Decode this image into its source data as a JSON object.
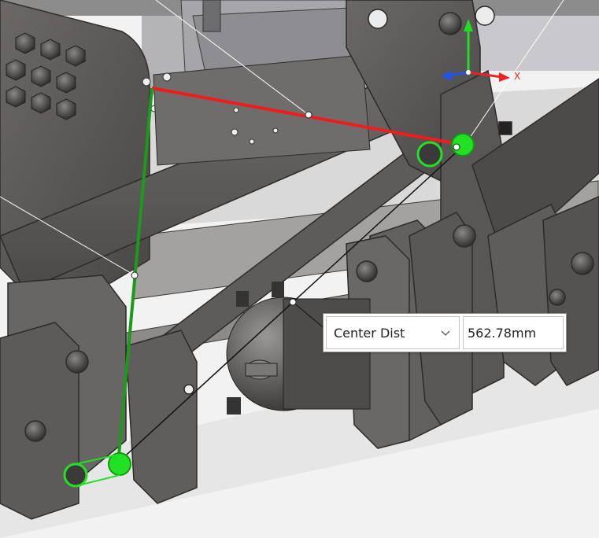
{
  "measure": {
    "type_label": "Center Dist",
    "value": "562.78mm"
  },
  "triad": {
    "x_label": "X"
  },
  "colors": {
    "plate": "#5c5a58",
    "plate_dark": "#3c3a39",
    "measure_red": "#ee1c1c",
    "measure_green": "#1b9a1b",
    "highlight_green": "#22e022"
  }
}
